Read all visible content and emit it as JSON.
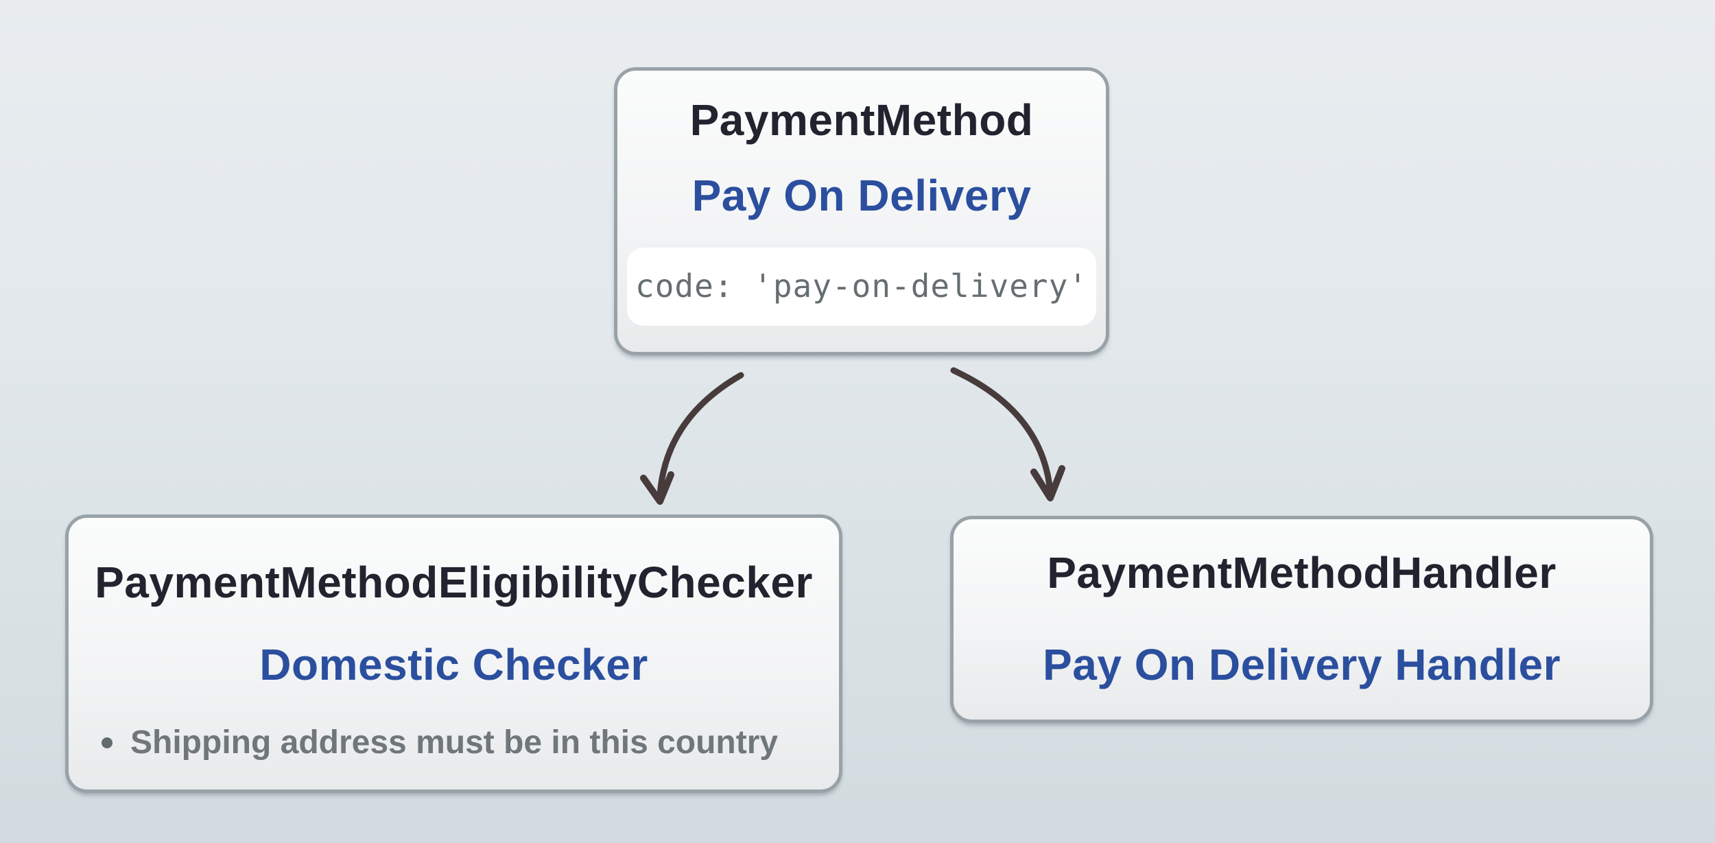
{
  "nodes": {
    "payment_method": {
      "title": "PaymentMethod",
      "label": "Pay On Delivery",
      "code": "code: 'pay-on-delivery'"
    },
    "eligibility_checker": {
      "title": "PaymentMethodEligibilityChecker",
      "label": "Domestic Checker",
      "rules": [
        "Shipping address must be in this country"
      ]
    },
    "handler": {
      "title": "PaymentMethodHandler",
      "label": "Pay On Delivery Handler"
    }
  },
  "colors": {
    "background_top": "#e9edf0",
    "background_bottom": "#d2dbdf",
    "node_border": "#98a2a8",
    "node_fill_top": "#fbfcfc",
    "node_fill_bottom": "#e8eaeb",
    "title_dark": "#21242e",
    "accent_blue": "#2b4f9e",
    "rule_gray": "#70777b",
    "code_gray": "#666e71",
    "code_chip_bg": "#ffffff",
    "arrow": "#473b3b"
  }
}
